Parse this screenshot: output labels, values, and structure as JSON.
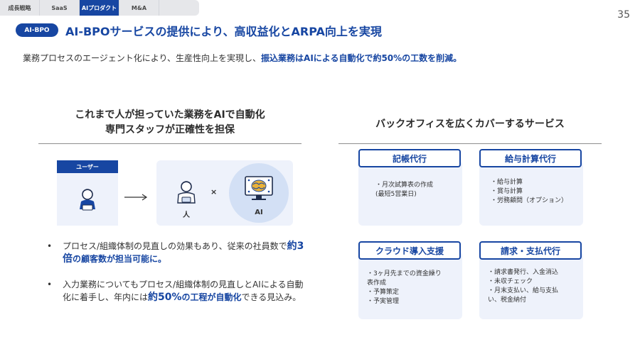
{
  "tabs": [
    {
      "label": "成長戦略",
      "active": false
    },
    {
      "label": "SaaS",
      "active": false
    },
    {
      "label": "AIプロダクト",
      "active": true
    },
    {
      "label": "M&A",
      "active": false
    }
  ],
  "page_number": "35",
  "header": {
    "badge": "AI-BPO",
    "title": "AI-BPOサービスの提供により、高収益化とARPA向上を実現"
  },
  "subline": {
    "part1": "業務プロセスのエージェント化により、生産性向上を実現し、",
    "em": "振込業務はAIによる自動化で約50%の工数を削減。"
  },
  "left": {
    "heading_line1": "これまで人が担っていた業務をAIで自動化",
    "heading_line2": "専門スタッフが正確性を担保",
    "user_label": "ユーザー",
    "person_label": "人",
    "times": "×",
    "ai_label": "AI",
    "bullets": [
      {
        "dot": "•",
        "line1": "プロセス/組織体制の見直しの効果もあり、従来の社員数で",
        "em1": "約3倍",
        "em2": "の顧客数が担当可能に。"
      },
      {
        "dot": "•",
        "line1": "入力業務についてもプロセス/組織体制の見直しとAIによる自動化に着手し、年内には",
        "em1": "約50%",
        "em2": "の工程が自動化",
        "tail": "できる見込み。"
      }
    ]
  },
  "right": {
    "heading": "バックオフィスを広くカバーするサービス",
    "services": [
      {
        "title": "記帳代行",
        "items": [
          "・月次試算表の作成",
          "(最短5営業日)"
        ]
      },
      {
        "title": "給与計算代行",
        "items": [
          "・給与計算",
          "・賞与計算",
          "・労務顧問（オプション）"
        ]
      },
      {
        "title": "クラウド導入支援",
        "items": [
          "・3ヶ月先までの資金繰り",
          "表作成",
          "・予算策定",
          "・予実管理"
        ]
      },
      {
        "title": "請求・支払代行",
        "items": [
          "・請求書発行、入金消込",
          "・未収チェック",
          "・月末支払い、給与支払",
          "い、税金納付"
        ]
      }
    ]
  },
  "colors": {
    "brand": "#1746a2",
    "panel": "#eef2fb",
    "ai_circle": "#d3e0f5"
  }
}
